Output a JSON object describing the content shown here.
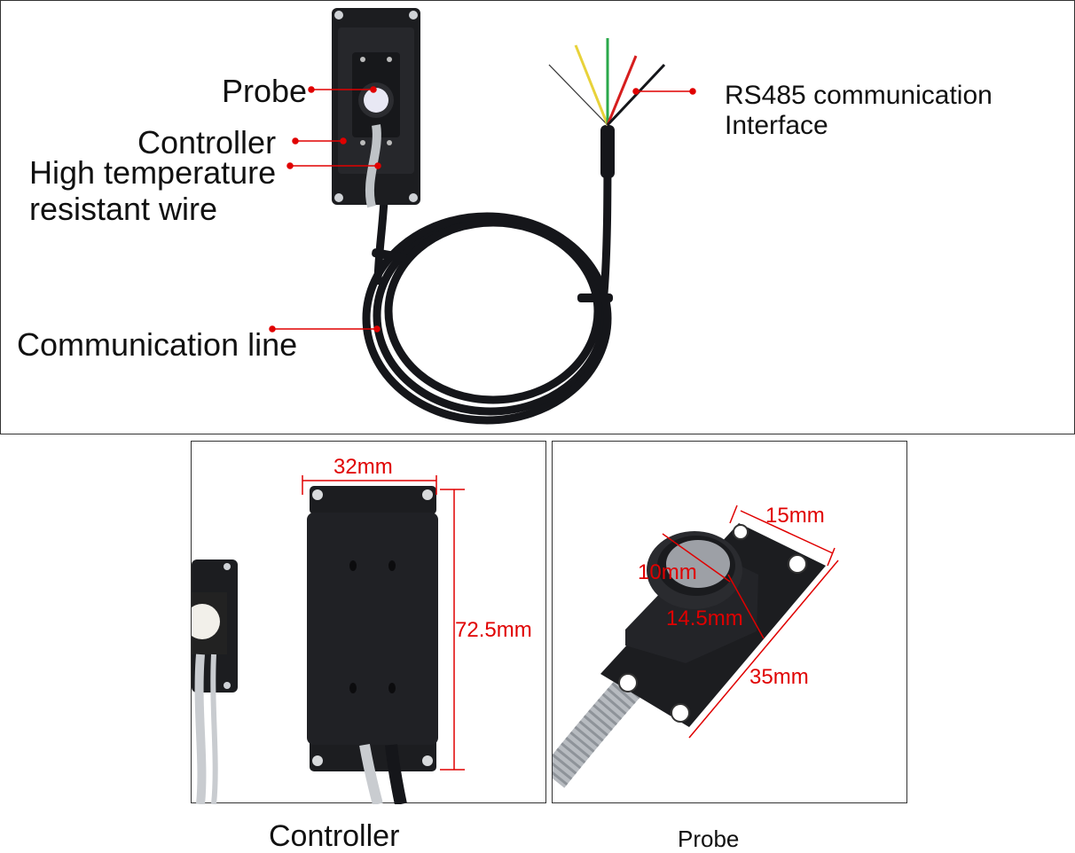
{
  "top": {
    "labels": {
      "probe": "Probe",
      "controller": "Controller",
      "wire_line1": "High temperature",
      "wire_line2": "resistant wire",
      "comm_line": "Communication line",
      "rs485_line1": "RS485 communication",
      "rs485_line2": "Interface"
    }
  },
  "controller_panel": {
    "dim_width": "32mm",
    "dim_height": "72.5mm",
    "caption": "Controller"
  },
  "probe_panel": {
    "dim_15": "15mm",
    "dim_10": "10mm",
    "dim_145": "14.5mm",
    "dim_35": "35mm",
    "caption": "Probe"
  },
  "colors": {
    "accent": "#e00000",
    "device": "#1c1d20",
    "wire_yellow": "#e8d23a",
    "wire_green": "#2aa84a",
    "wire_red": "#d61e1e",
    "wire_white": "#f2f2f2"
  }
}
